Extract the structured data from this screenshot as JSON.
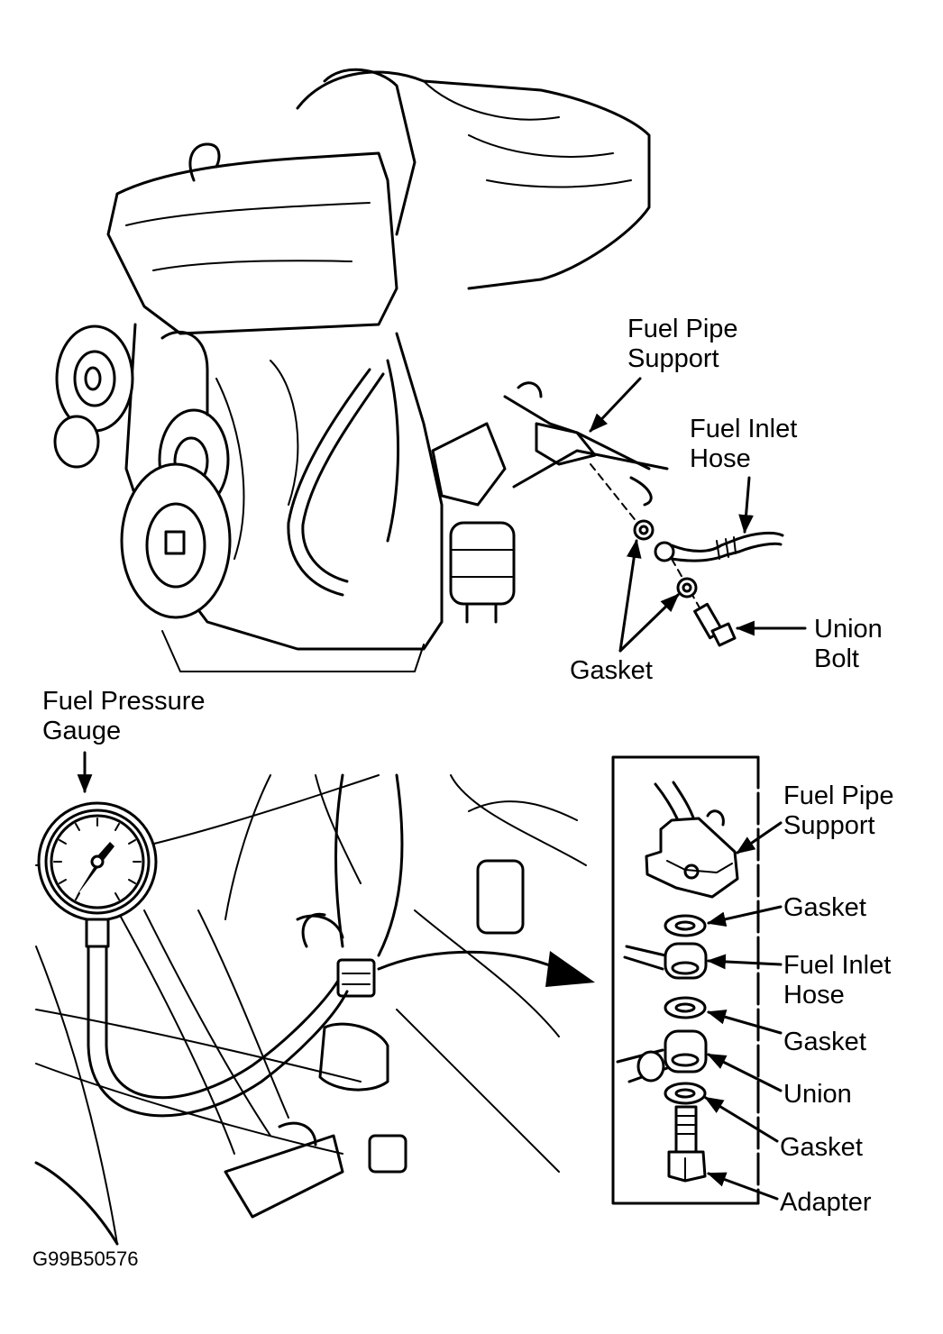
{
  "figure_id": "G99B50576",
  "top_view": {
    "labels": {
      "fuel_pipe_support": "Fuel Pipe\nSupport",
      "fuel_inlet_hose": "Fuel Inlet\nHose",
      "union_bolt": "Union\nBolt",
      "gasket": "Gasket"
    }
  },
  "bottom_view": {
    "labels": {
      "fuel_pressure_gauge": "Fuel Pressure\nGauge"
    }
  },
  "detail_inset": {
    "labels": {
      "fuel_pipe_support": "Fuel Pipe\nSupport",
      "gasket_1": "Gasket",
      "fuel_inlet_hose": "Fuel Inlet\nHose",
      "gasket_2": "Gasket",
      "union": "Union",
      "gasket_3": "Gasket",
      "adapter": "Adapter"
    }
  }
}
